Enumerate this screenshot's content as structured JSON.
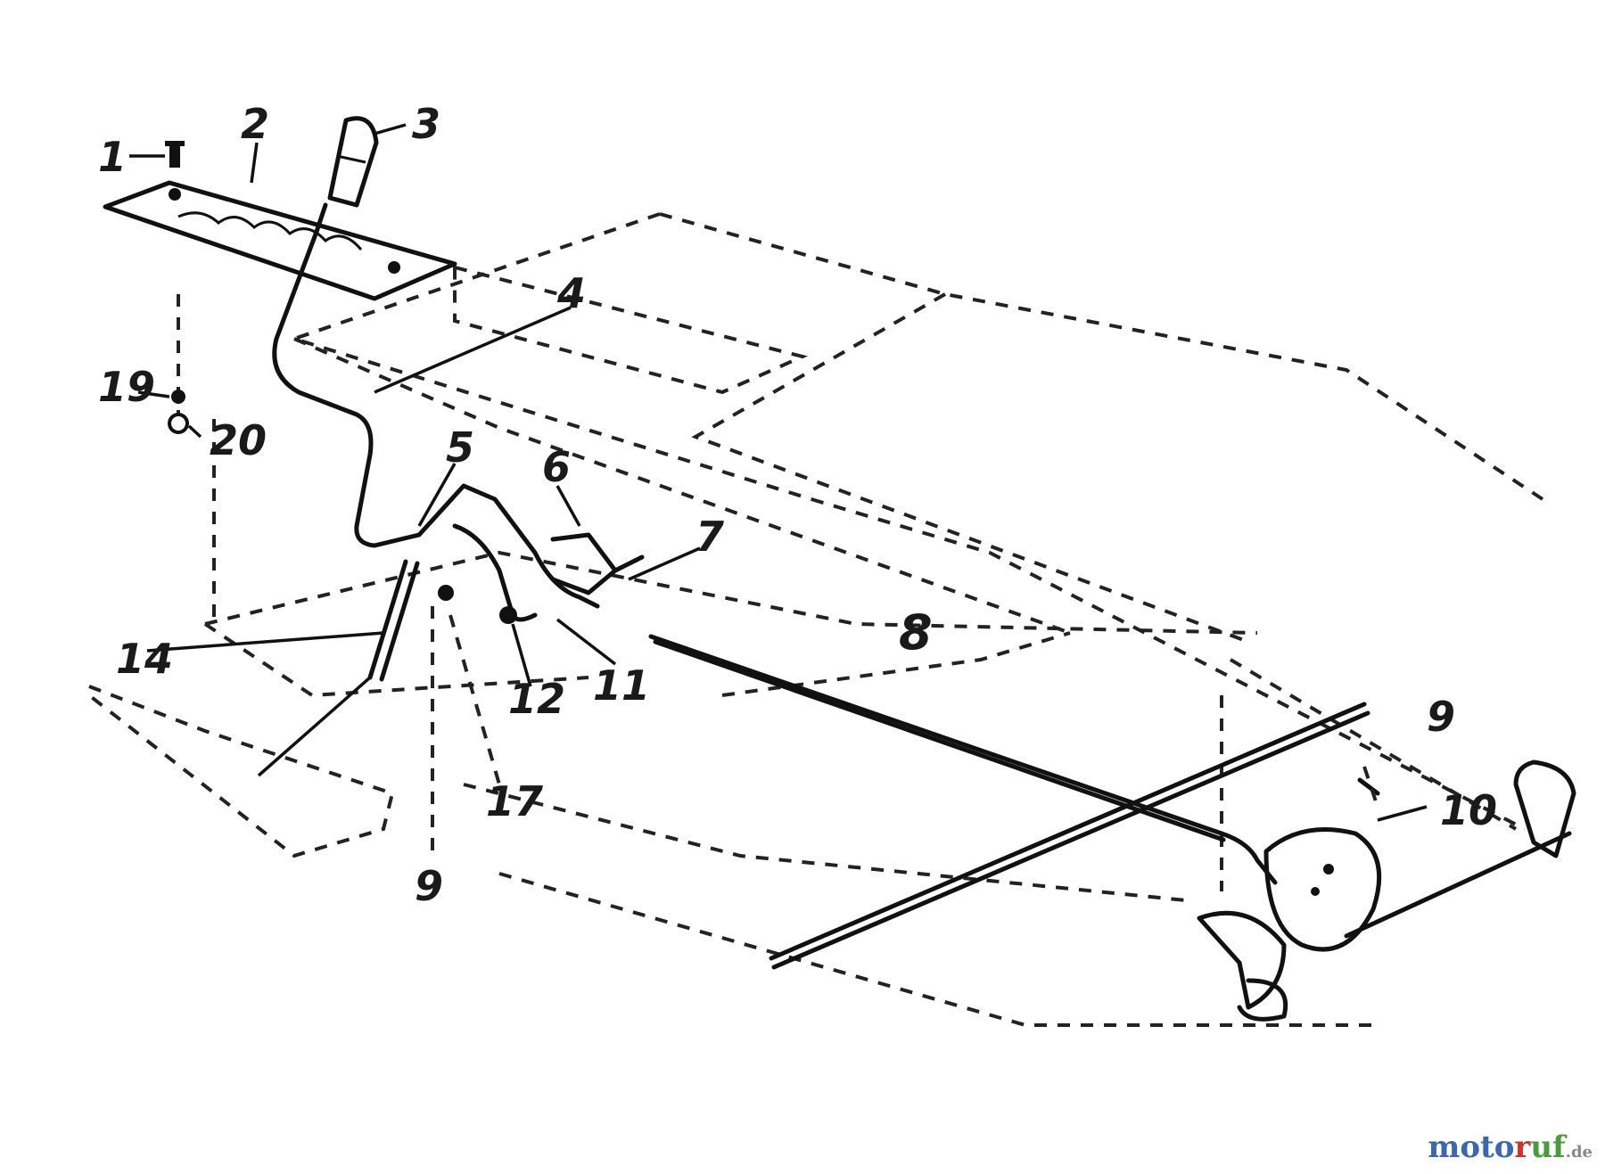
{
  "labels": {
    "l1": "1",
    "l2": "2",
    "l3": "3",
    "l4": "4",
    "l5": "5",
    "l6": "6",
    "l7": "7",
    "l8": "8",
    "l9a": "9",
    "l9b": "9",
    "l10": "10",
    "l11": "11",
    "l12": "12",
    "l14": "14",
    "l17": "17",
    "l19": "19",
    "l20": "20"
  },
  "watermark": {
    "part1": "moto",
    "part2": "r",
    "part3": "uf",
    "part4": ".de"
  }
}
